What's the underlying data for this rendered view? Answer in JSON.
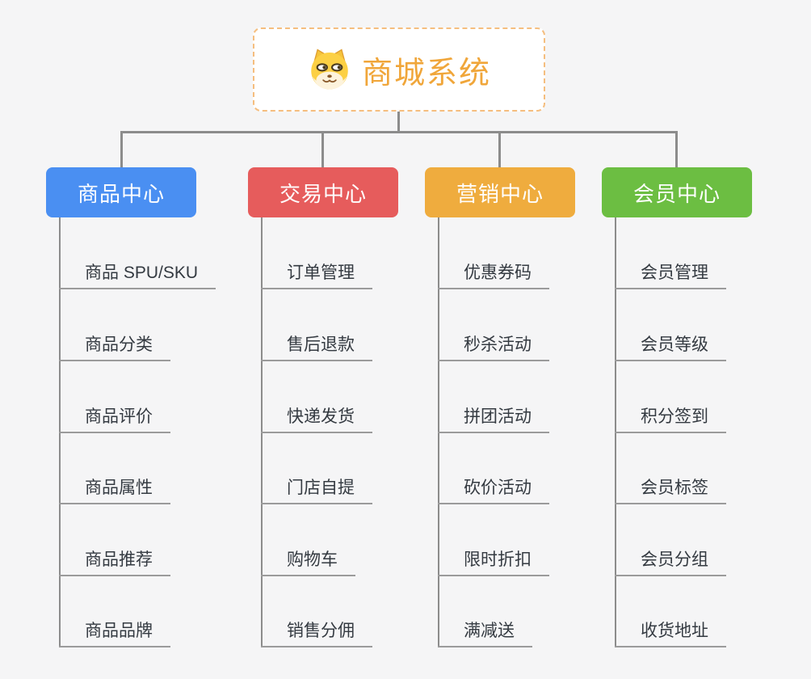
{
  "root": {
    "title": "商城系统",
    "icon": "dog-face-icon"
  },
  "branches": [
    {
      "id": "product",
      "title": "商品中心",
      "color": "#4A8FF2",
      "items": [
        "商品 SPU/SKU",
        "商品分类",
        "商品评价",
        "商品属性",
        "商品推荐",
        "商品品牌"
      ]
    },
    {
      "id": "trade",
      "title": "交易中心",
      "color": "#E65C5C",
      "items": [
        "订单管理",
        "售后退款",
        "快递发货",
        "门店自提",
        "购物车",
        "销售分佣"
      ]
    },
    {
      "id": "marketing",
      "title": "营销中心",
      "color": "#EFAC3E",
      "items": [
        "优惠券码",
        "秒杀活动",
        "拼团活动",
        "砍价活动",
        "限时折扣",
        "满减送"
      ]
    },
    {
      "id": "member",
      "title": "会员中心",
      "color": "#6CBE42",
      "items": [
        "会员管理",
        "会员等级",
        "积分签到",
        "会员标签",
        "会员分组",
        "收货地址"
      ]
    }
  ],
  "colors": {
    "root_accent": "#F0A63A",
    "root_border": "#F5BE7F",
    "line": "#8C8C8C",
    "leaf_line": "#9B9B9B",
    "leaf_text": "#343A41",
    "background": "#F5F5F6",
    "node_bg": "#FFFFFF"
  }
}
